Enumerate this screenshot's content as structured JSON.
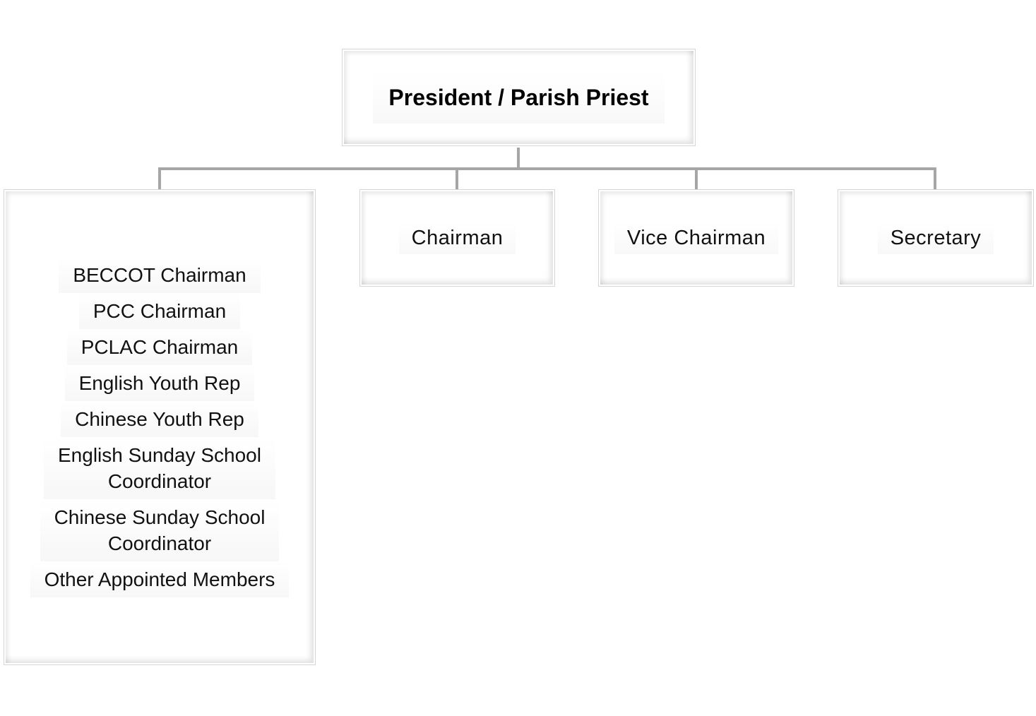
{
  "org_chart": {
    "root": {
      "label": "President / Parish Priest"
    },
    "members_box": {
      "items": [
        "BECCOT Chairman",
        "PCC Chairman",
        "PCLAC Chairman",
        "English Youth Rep",
        "Chinese Youth Rep",
        "English Sunday School\nCoordinator",
        "Chinese Sunday School\nCoordinator",
        "Other Appointed Members"
      ]
    },
    "roles": {
      "chairman": "Chairman",
      "vice_chairman": "Vice Chairman",
      "secretary": "Secretary"
    },
    "colors": {
      "connector": "#a6a6a6",
      "box_border": "#d6d6d8",
      "text": "#111111"
    }
  }
}
